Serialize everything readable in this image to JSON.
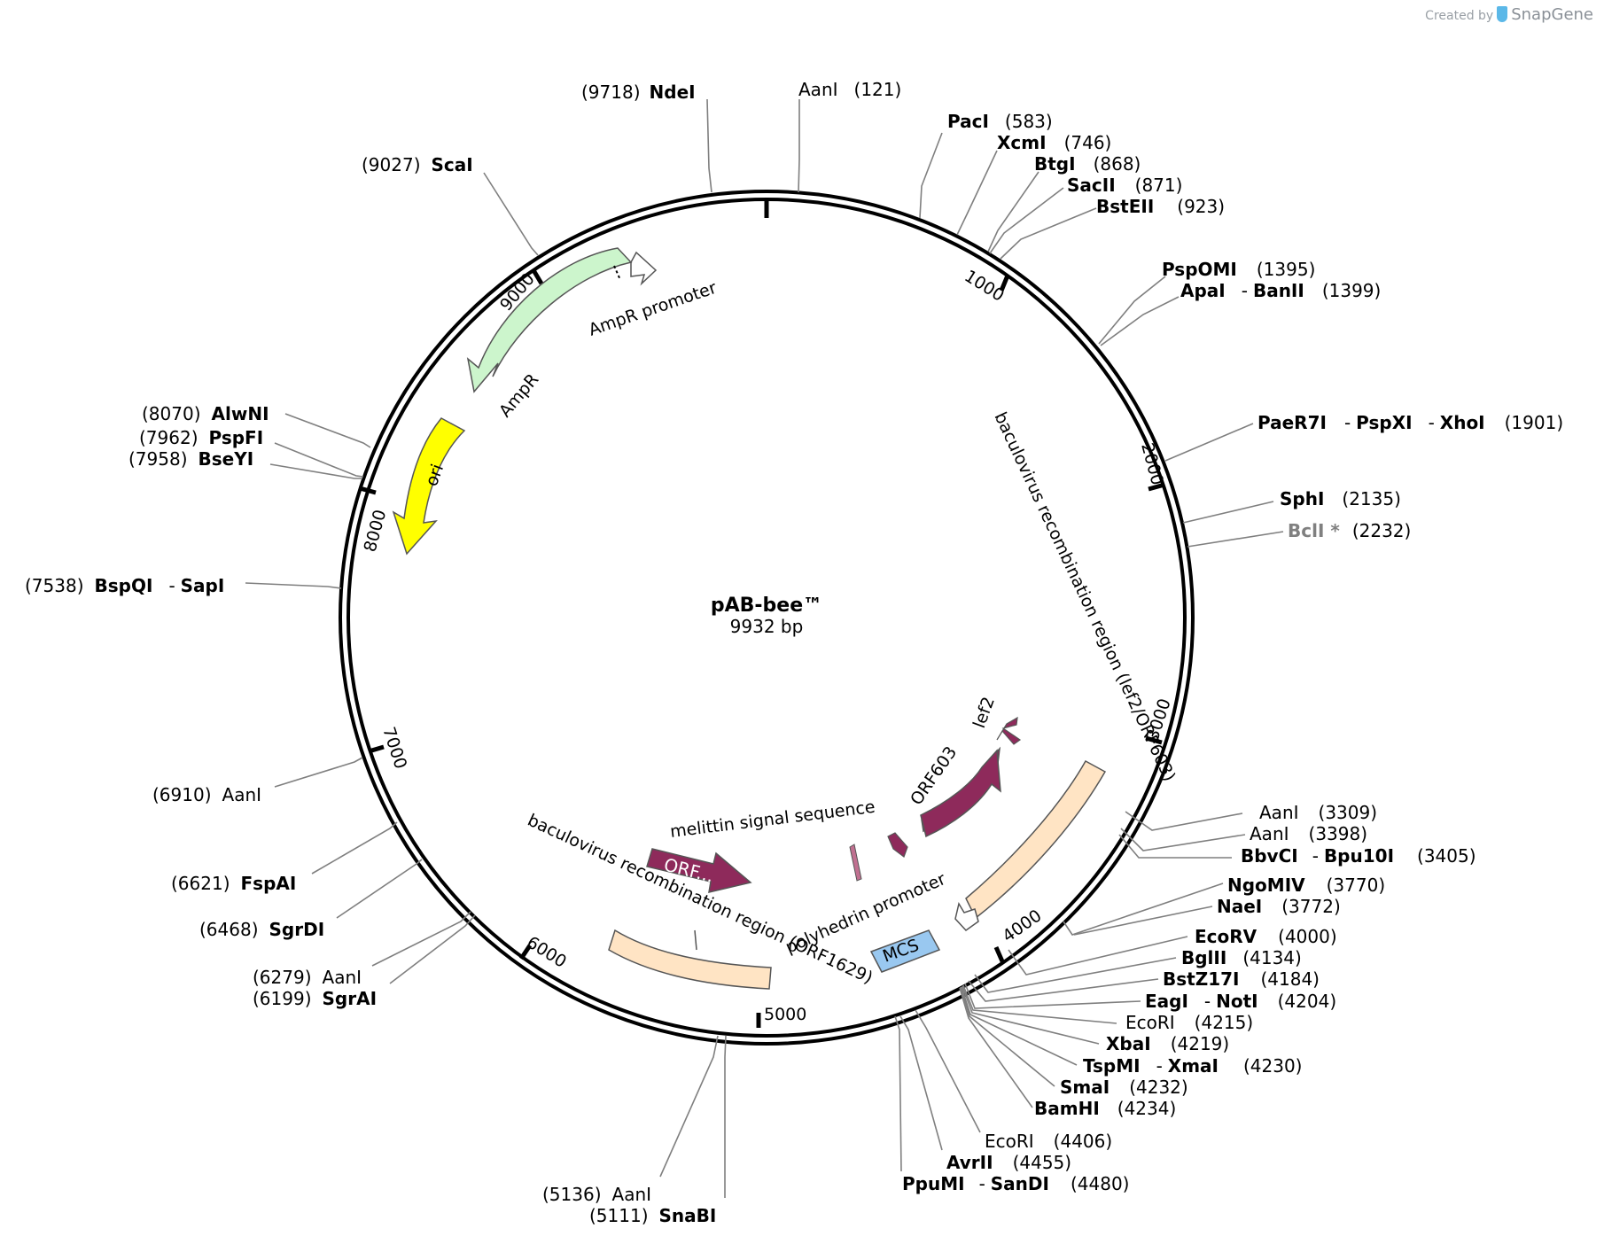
{
  "credit": {
    "prefix": "Created by",
    "brand": "SnapGene",
    "accent": "#5bb8e8"
  },
  "plasmid": {
    "name": "pAB-bee™",
    "size_label": "9932 bp",
    "length": 9932
  },
  "ticks": [
    "1000",
    "2000",
    "3000",
    "4000",
    "5000",
    "6000",
    "7000",
    "8000",
    "9000"
  ],
  "sites": [
    {
      "pos": "(9718)",
      "names": [
        "NdeI"
      ],
      "bold": true
    },
    {
      "pos": "(121)",
      "names": [
        "AanI"
      ],
      "bold": false
    },
    {
      "pos": "(583)",
      "names": [
        "PacI"
      ],
      "bold": true
    },
    {
      "pos": "(746)",
      "names": [
        "XcmI"
      ],
      "bold": true
    },
    {
      "pos": "(868)",
      "names": [
        "BtgI"
      ],
      "bold": true
    },
    {
      "pos": "(871)",
      "names": [
        "SacII"
      ],
      "bold": true
    },
    {
      "pos": "(923)",
      "names": [
        "BstEII"
      ],
      "bold": true
    },
    {
      "pos": "(1395)",
      "names": [
        "PspOMI"
      ],
      "bold": true
    },
    {
      "pos": "(1399)",
      "names": [
        "ApaI",
        "BanII"
      ],
      "bold": true
    },
    {
      "pos": "(1901)",
      "names": [
        "PaeR7I",
        "PspXI",
        "XhoI"
      ],
      "bold": true
    },
    {
      "pos": "(2135)",
      "names": [
        "SphI"
      ],
      "bold": true
    },
    {
      "pos": "(2232)",
      "names": [
        "BclI *"
      ],
      "bold": true,
      "gray": true
    },
    {
      "pos": "(3309)",
      "names": [
        "AanI"
      ],
      "bold": false
    },
    {
      "pos": "(3398)",
      "names": [
        "AanI"
      ],
      "bold": false
    },
    {
      "pos": "(3405)",
      "names": [
        "BbvCI",
        "Bpu10I"
      ],
      "bold": true
    },
    {
      "pos": "(3770)",
      "names": [
        "NgoMIV"
      ],
      "bold": true
    },
    {
      "pos": "(3772)",
      "names": [
        "NaeI"
      ],
      "bold": true
    },
    {
      "pos": "(4000)",
      "names": [
        "EcoRV"
      ],
      "bold": true
    },
    {
      "pos": "(4134)",
      "names": [
        "BglII"
      ],
      "bold": true
    },
    {
      "pos": "(4184)",
      "names": [
        "BstZ17I"
      ],
      "bold": true
    },
    {
      "pos": "(4204)",
      "names": [
        "EagI",
        "NotI"
      ],
      "bold": true
    },
    {
      "pos": "(4215)",
      "names": [
        "EcoRI"
      ],
      "bold": false
    },
    {
      "pos": "(4219)",
      "names": [
        "XbaI"
      ],
      "bold": true
    },
    {
      "pos": "(4230)",
      "names": [
        "TspMI",
        "XmaI"
      ],
      "bold": true
    },
    {
      "pos": "(4232)",
      "names": [
        "SmaI"
      ],
      "bold": true
    },
    {
      "pos": "(4234)",
      "names": [
        "BamHI"
      ],
      "bold": true
    },
    {
      "pos": "(4406)",
      "names": [
        "EcoRI"
      ],
      "bold": false
    },
    {
      "pos": "(4455)",
      "names": [
        "AvrII"
      ],
      "bold": true
    },
    {
      "pos": "(4480)",
      "names": [
        "PpuMI",
        "SanDI"
      ],
      "bold": true
    },
    {
      "pos": "(5136)",
      "names": [
        "AanI"
      ],
      "bold": false
    },
    {
      "pos": "(5111)",
      "names": [
        "SnaBI"
      ],
      "bold": true
    },
    {
      "pos": "(6279)",
      "names": [
        "AanI"
      ],
      "bold": false
    },
    {
      "pos": "(6199)",
      "names": [
        "SgrAI"
      ],
      "bold": true
    },
    {
      "pos": "(6468)",
      "names": [
        "SgrDI"
      ],
      "bold": true
    },
    {
      "pos": "(6621)",
      "names": [
        "FspAI"
      ],
      "bold": true
    },
    {
      "pos": "(6910)",
      "names": [
        "AanI"
      ],
      "bold": false
    },
    {
      "pos": "(7538)",
      "names": [
        "BspQI",
        "SapI"
      ],
      "bold": true
    },
    {
      "pos": "(7958)",
      "names": [
        "BseYI"
      ],
      "bold": true
    },
    {
      "pos": "(7962)",
      "names": [
        "PspFI"
      ],
      "bold": true
    },
    {
      "pos": "(8070)",
      "names": [
        "AlwNI"
      ],
      "bold": true
    },
    {
      "pos": "(9027)",
      "names": [
        "ScaI"
      ],
      "bold": true
    }
  ],
  "features": [
    {
      "name": "AmpR promoter",
      "label": "AmpR promoter",
      "color": "#ffffff"
    },
    {
      "name": "AmpR",
      "label": "AmpR",
      "color": "#ccf5cc"
    },
    {
      "name": "ori",
      "label": "ori",
      "color": "#ffff00"
    },
    {
      "name": "baculovirus recombination region (lef2/ORF603)",
      "label": "baculovirus recombination region (lef2/ORF603)",
      "color": "#ffe4c4"
    },
    {
      "name": "lef2",
      "label": "lef2",
      "color": "#8e2a5b"
    },
    {
      "name": "ORF603",
      "label": "ORF603",
      "color": "#8e2a5b"
    },
    {
      "name": "melittin signal sequence",
      "label": "melittin signal sequence",
      "color": "#8e2a5b"
    },
    {
      "name": "polyhedrin promoter",
      "label": "polyhedrin promoter",
      "color": "#ffffff"
    },
    {
      "name": "MCS",
      "label": "MCS",
      "color": "#99c8f0"
    },
    {
      "name": "ORF1629",
      "label": "ORF...",
      "color": "#8e2a5b"
    },
    {
      "name": "baculovirus recombination region (ORF1629)",
      "label": "baculovirus recombination region (ORF1629)",
      "color": "#ffe4c4"
    }
  ]
}
